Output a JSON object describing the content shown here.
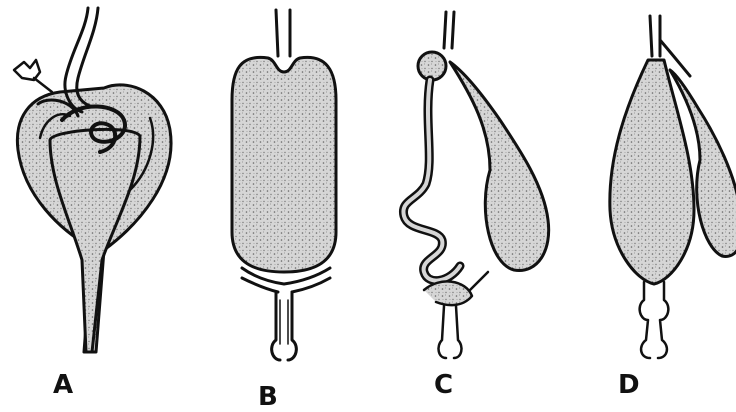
{
  "labels": {
    "a": "A",
    "b": "B",
    "c": "C",
    "d": "D"
  },
  "colors": {
    "ink": "#111111",
    "fill": "#d4d4d4",
    "speckle": "#7a7a7a",
    "background": "#ffffff"
  }
}
